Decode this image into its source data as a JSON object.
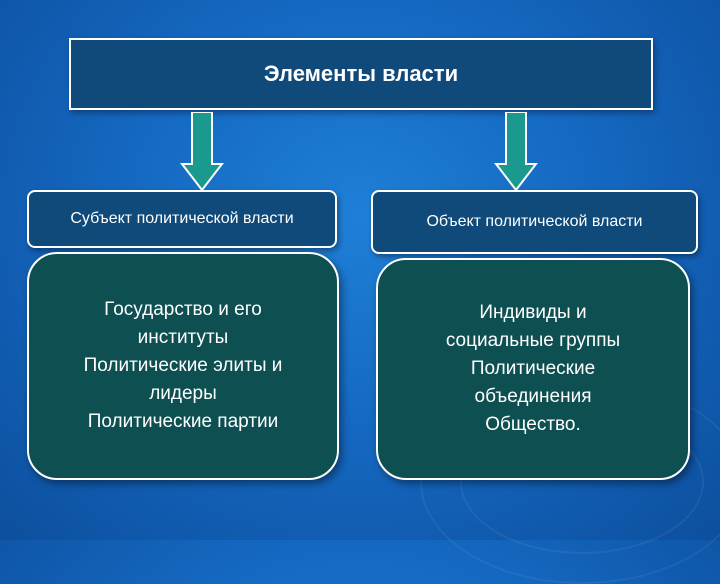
{
  "title": "Элементы власти",
  "left": {
    "label": "Субъект политической власти",
    "items": [
      "Государство и его",
      "институты",
      "Политические элиты и",
      "лидеры",
      "Политические партии"
    ]
  },
  "right": {
    "label": "Объект политической власти",
    "items": [
      "Индивиды и",
      "социальные группы",
      "Политические",
      "объединения",
      "Общество."
    ]
  },
  "colors": {
    "background": "#1569c2",
    "header_fill": "#0f4a7a",
    "content_fill": "#0e4f52",
    "arrow_fill": "#1a9a8e"
  }
}
